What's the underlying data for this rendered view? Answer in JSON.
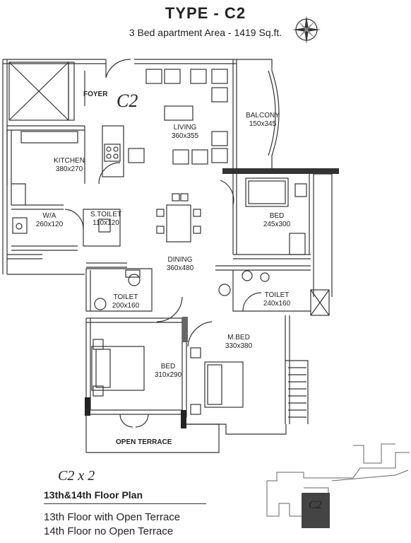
{
  "header": {
    "title": "TYPE - C2",
    "subtitle": "3 Bed apartment   Area - 1419 Sq.ft."
  },
  "compass": {
    "icon": "compass-rose-icon"
  },
  "unit_label": "C2",
  "rooms": {
    "foyer": "FOYER",
    "living_name": "LIVING",
    "living_size": "360x355",
    "balcony_name": "BALCONY",
    "balcony_size": "150x345",
    "kitchen_name": "KITCHEN",
    "kitchen_size": "380x270",
    "wa_name": "W/A",
    "wa_size": "260x120",
    "stoilet_name": "S.TOILET",
    "stoilet_size": "110x120",
    "dining_name": "DINING",
    "dining_size": "360x480",
    "bed1_name": "BED",
    "bed1_size": "245x300",
    "toilet1_name": "TOILET",
    "toilet1_size": "200x160",
    "toilet2_name": "TOILET",
    "toilet2_size": "240x160",
    "mbed_name": "M.BED",
    "mbed_size": "330x380",
    "bed2_name": "BED",
    "bed2_size": "310x290",
    "terrace": "OPEN TERRACE"
  },
  "footer": {
    "multiplier": "C2 x 2",
    "floor_plan": "13th&14th Floor Plan",
    "note1": "13th Floor with Open Terrace",
    "note2": "14th Floor no Open Terrace"
  },
  "keyplan": {
    "label": "C2",
    "highlight_color": "#444444"
  }
}
